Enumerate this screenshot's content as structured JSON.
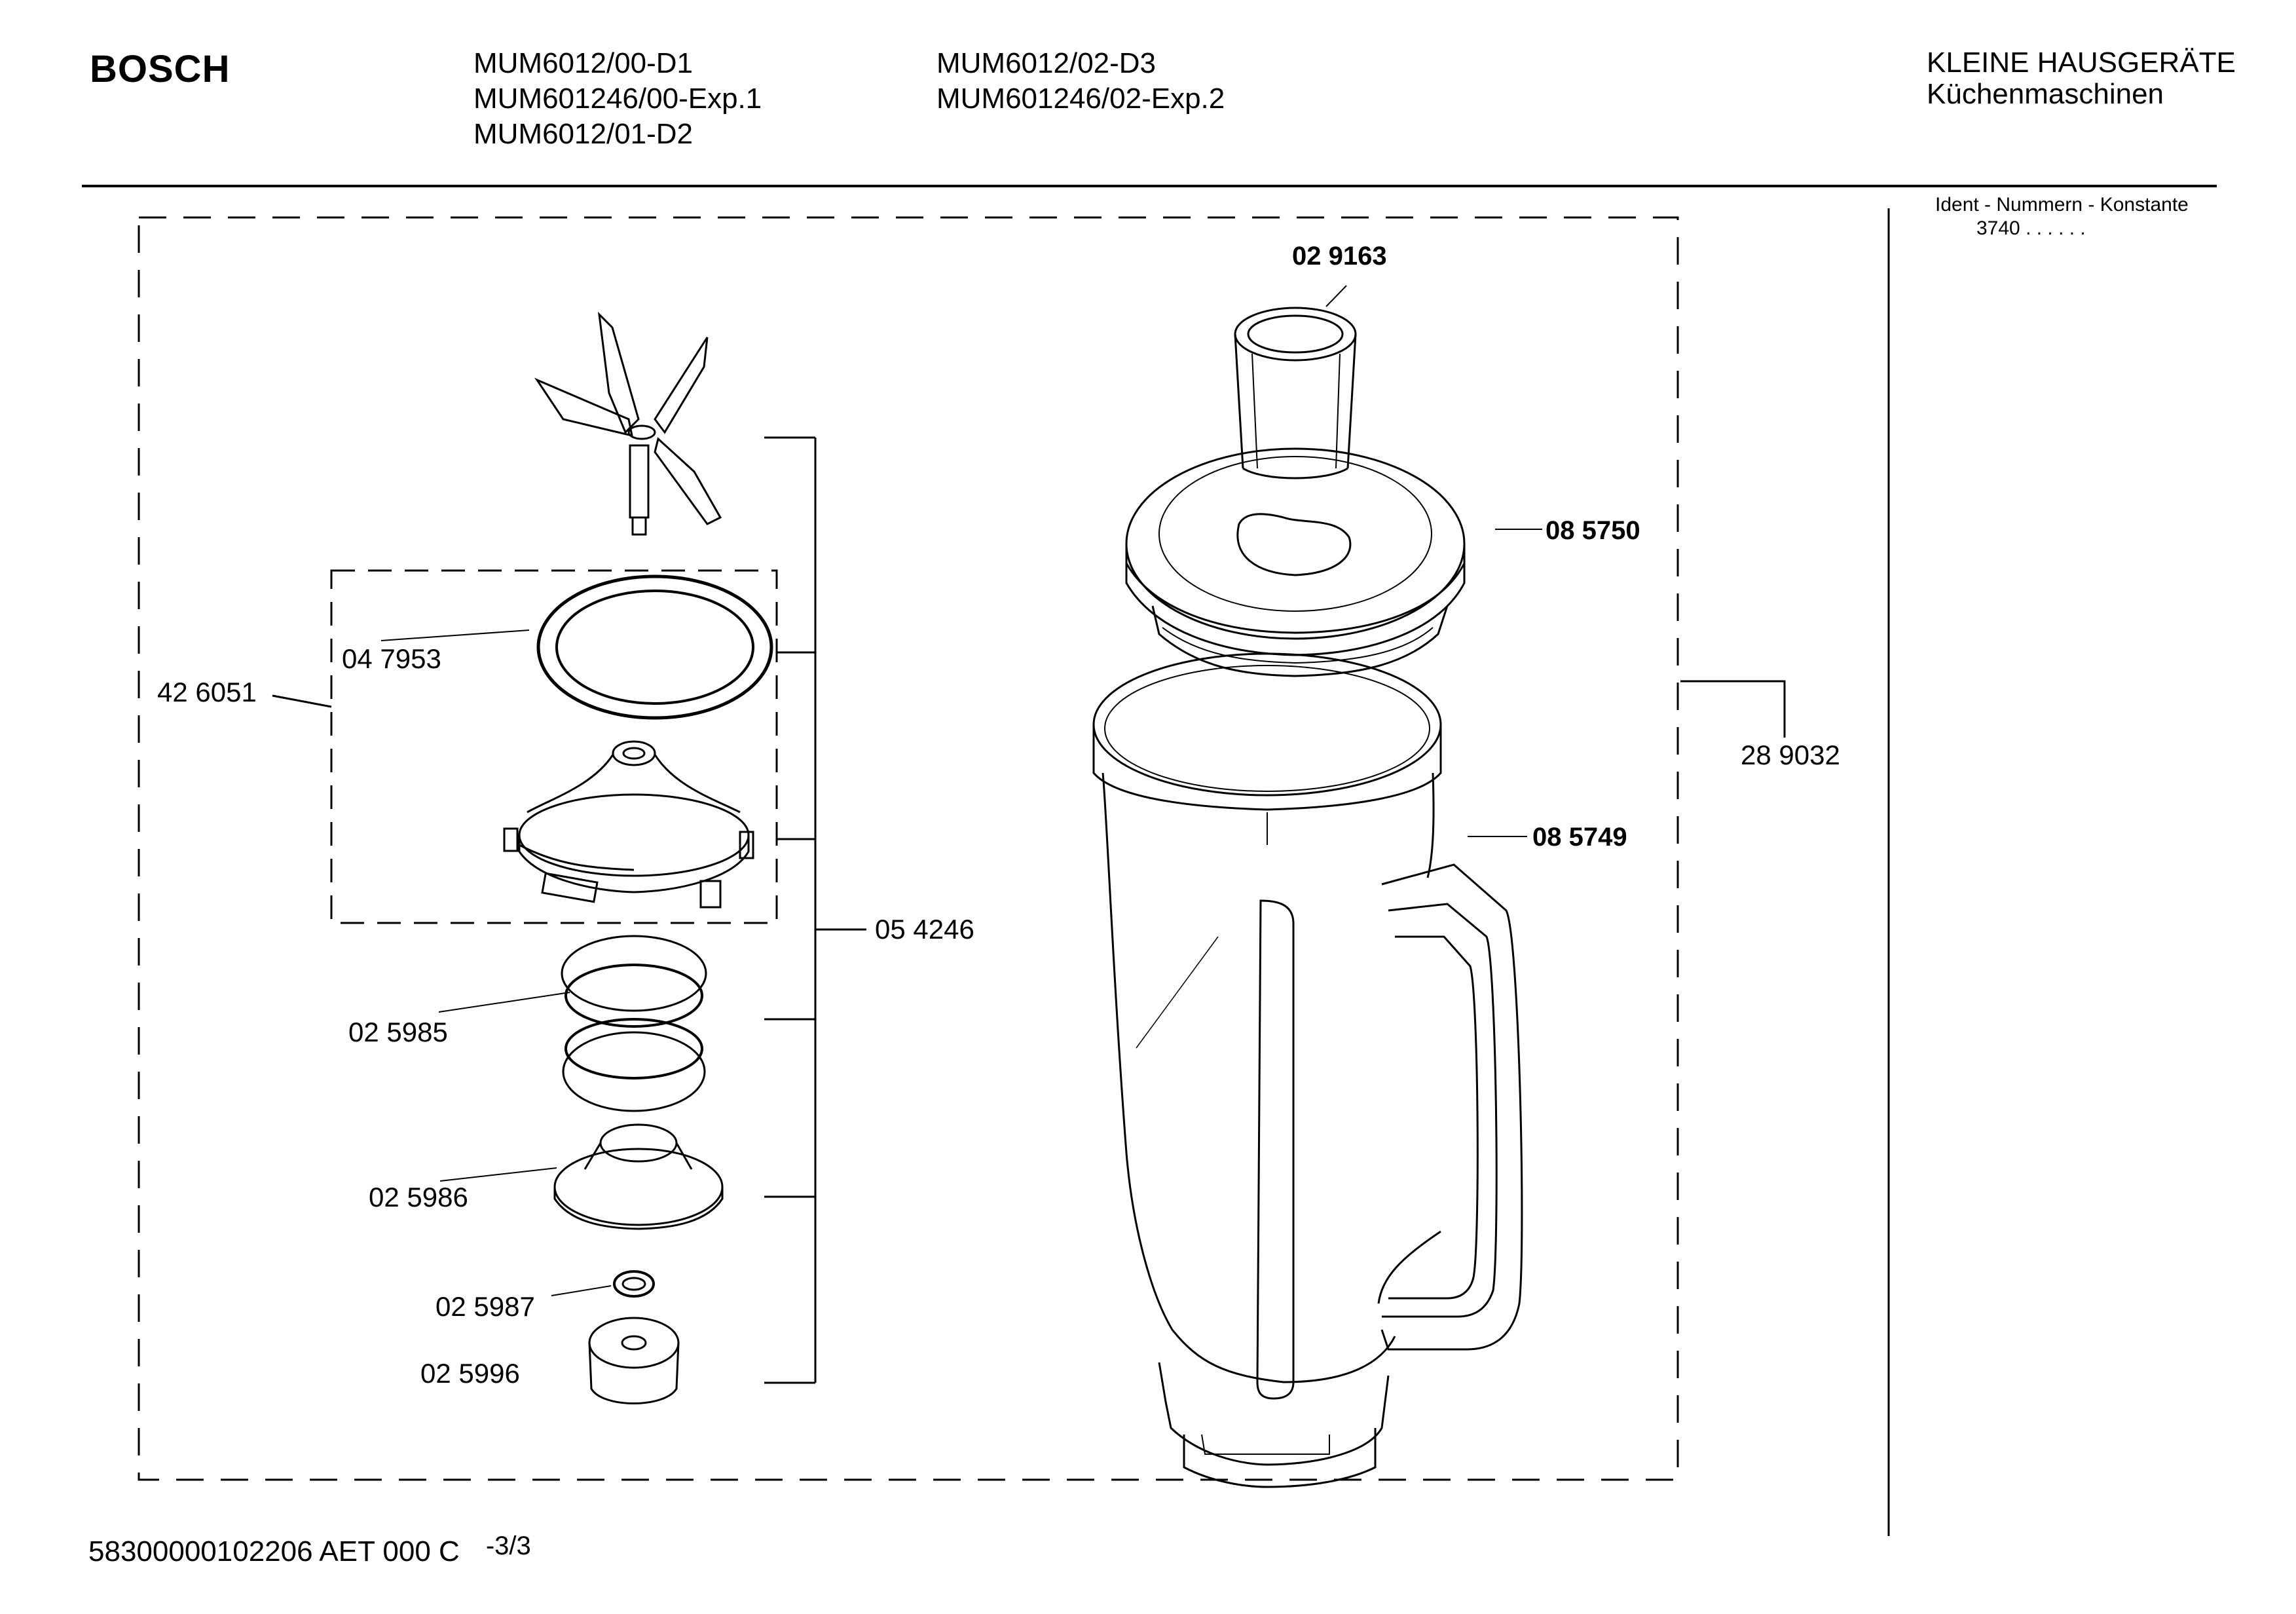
{
  "header": {
    "brand": "BOSCH",
    "models_col1": [
      "MUM6012/00-D1",
      "MUM601246/00-Exp.1",
      "MUM6012/01-D2"
    ],
    "models_col2": [
      "MUM6012/02-D3",
      "MUM601246/02-Exp.2"
    ],
    "category": "KLEINE HAUSGERÄTE",
    "subcategory": "Küchenmaschinen"
  },
  "ident": {
    "label": "Ident - Nummern - Konstante",
    "value": "3740 . . . . . ."
  },
  "parts": {
    "p029163": "02 9163",
    "p085750": "08 5750",
    "p085749": "08 5749",
    "p289032": "28 9032",
    "p426051": "42 6051",
    "p047953": "04 7953",
    "p054246": "05 4246",
    "p025985": "02 5985",
    "p025986": "02 5986",
    "p025987": "02 5987",
    "p025996": "02 5996"
  },
  "footer": {
    "doc_code": "58300000102206 AET 000 C",
    "page": "-3/3"
  }
}
